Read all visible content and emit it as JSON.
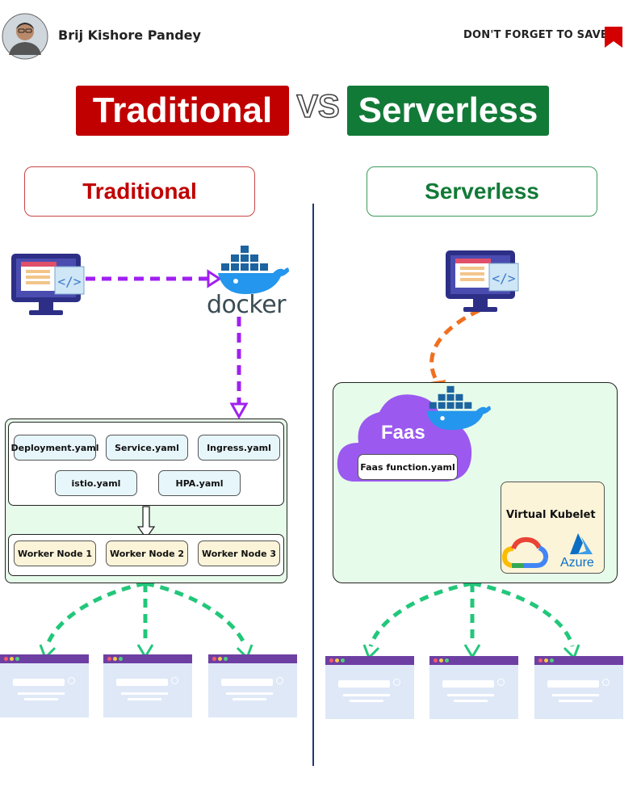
{
  "header": {
    "author_name": "Brij Kishore Pandey",
    "save_text": "DON'T FORGET TO SAVE"
  },
  "title": {
    "left": "Traditional",
    "vs": "VS",
    "right": "Serverless"
  },
  "traditional": {
    "heading": "Traditional",
    "docker_label": "docker",
    "yaml_files": [
      "Deployment.yaml",
      "Service.yaml",
      "Ingress.yaml",
      "istio.yaml",
      "HPA.yaml"
    ],
    "worker_nodes": [
      "Worker Node 1",
      "Worker Node 2",
      "Worker Node 3"
    ]
  },
  "serverless": {
    "heading": "Serverless",
    "faas_label": "Faas",
    "faas_function": "Faas function.yaml",
    "virtual_kubelet": "Virtual Kubelet",
    "azure_label": "Azure"
  },
  "colors": {
    "traditional_red": "#c00000",
    "serverless_green": "#127a37",
    "arrow_purple": "#a020f0",
    "arrow_green": "#22c77a",
    "arrow_orange": "#f07020",
    "faas_cloud": "#9b59f0",
    "divider_blue": "#1f3a6e"
  },
  "icons": [
    "person-avatar",
    "bookmark-icon",
    "computer-code-icon",
    "docker-whale-icon",
    "google-cloud-icon",
    "azure-icon",
    "browser-window-icon",
    "search-icon"
  ]
}
